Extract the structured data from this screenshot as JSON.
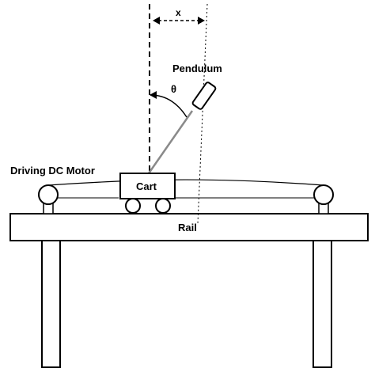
{
  "labels": {
    "x": "x",
    "theta": "θ",
    "pendulum": "Pendulum",
    "motor": "Driving DC Motor",
    "cart": "Cart",
    "rail": "Rail"
  },
  "colors": {
    "stroke": "#000000",
    "rod": "#8a8a8a",
    "background": "#ffffff"
  }
}
